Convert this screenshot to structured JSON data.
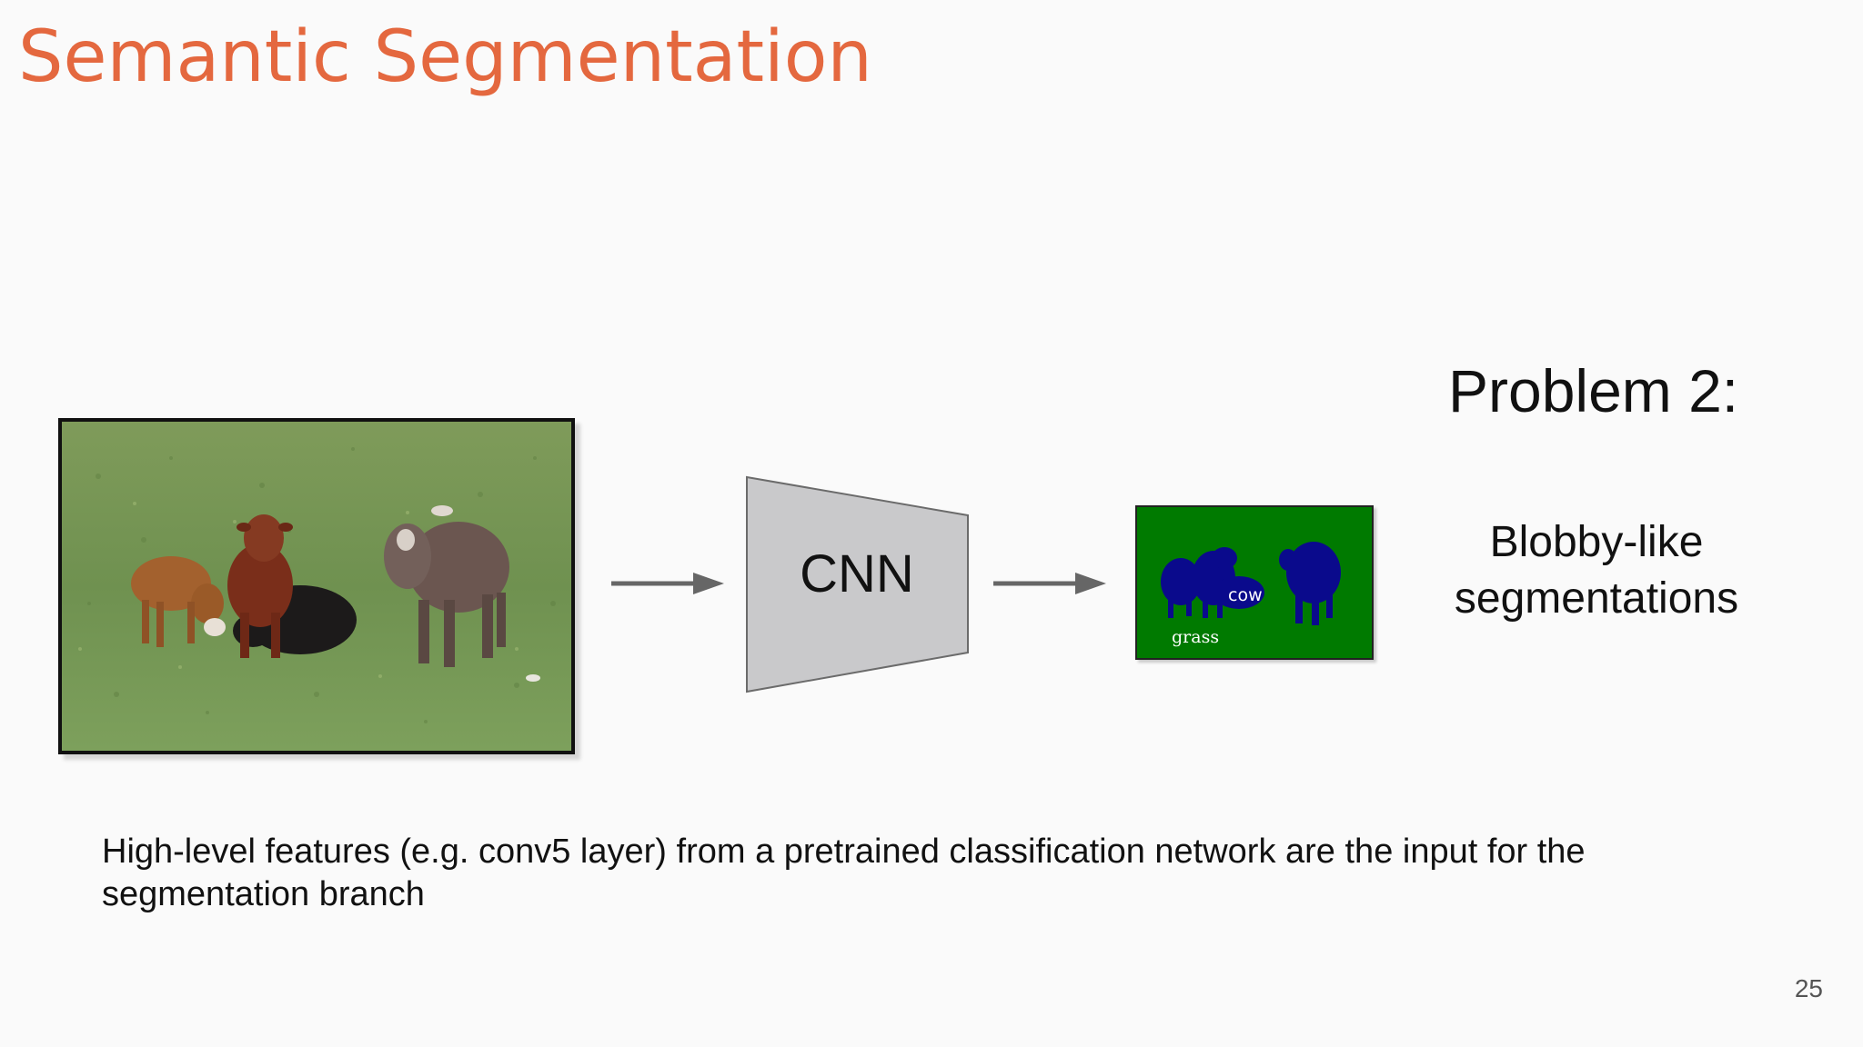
{
  "slide": {
    "title": "Semantic Segmentation",
    "network_label": "CNN",
    "segmentation_labels": {
      "cow": "cow",
      "grass": "grass"
    },
    "problem_heading": "Problem 2:",
    "problem_description": "Blobby-like segmentations",
    "caption": "High-level features (e.g. conv5 layer) from a pretrained classification network are the input for the segmentation branch",
    "page_number": "25"
  },
  "colors": {
    "title": "#e4683f",
    "grass_class": "#007a00",
    "cow_class": "#0a0a8c",
    "cnn_fill": "#c9c9cb",
    "arrow": "#666666"
  }
}
